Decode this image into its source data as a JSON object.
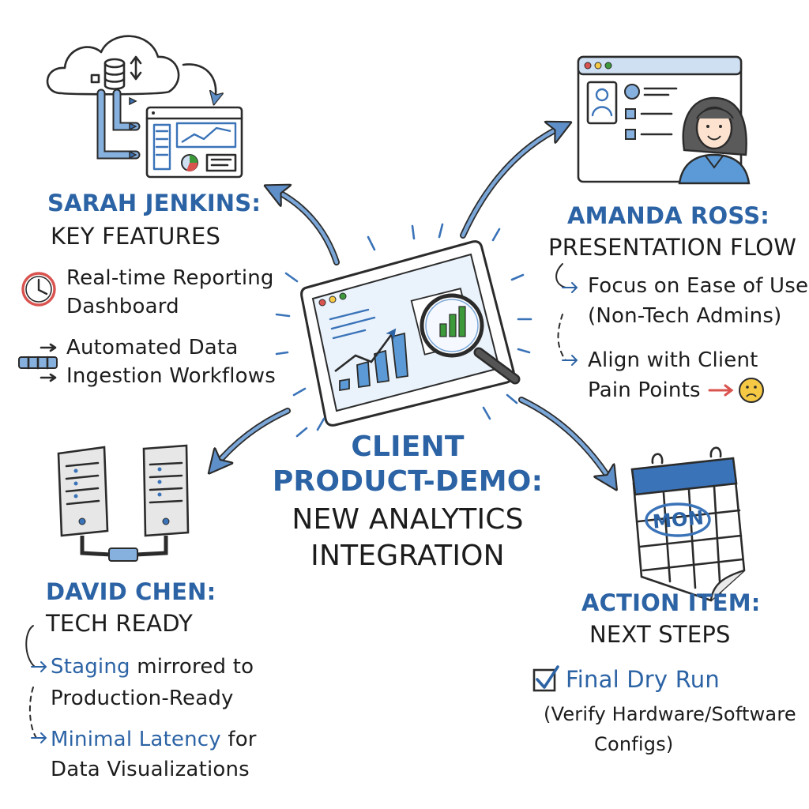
{
  "center": {
    "line1": "CLIENT",
    "line2": "PRODUCT-DEMO:",
    "line3": "NEW ANALYTICS",
    "line4": "INTEGRATION"
  },
  "sarah": {
    "name": "SARAH JENKINS:",
    "topic": "KEY FEATURES",
    "item1_l1": "Real-time Reporting",
    "item1_l2": "Dashboard",
    "item2_l1": "Automated Data",
    "item2_l2": "Ingestion Workflows"
  },
  "amanda": {
    "name": "AMANDA ROSS:",
    "topic": "PRESENTATION FLOW",
    "item1_l1": "Focus on Ease of Use",
    "item1_l2": "(Non-Tech Admins)",
    "item2_l1": "Align with Client",
    "item2_l2": "Pain Points"
  },
  "david": {
    "name": "DAVID CHEN:",
    "topic": "TECH READY",
    "item1_hl": "Staging",
    "item1_rest": "mirrored to",
    "item1_l2": "Production-Ready",
    "item2_hl": "Minimal Latency",
    "item2_rest": "for",
    "item2_l2": "Data Visualizations"
  },
  "action": {
    "name": "ACTION ITEM:",
    "topic": "NEXT STEPS",
    "item1": "Final Dry Run",
    "item1_l2": "(Verify Hardware/Software",
    "item1_l3": "Configs)"
  },
  "calendar": {
    "day": "MON"
  },
  "colors": {
    "accent_blue": "#2c63a5",
    "arrow_blue": "#6f9bd0",
    "light_blue_fill": "#cfe0f3",
    "green": "#3d9a3a",
    "red": "#d9534f",
    "emoji_yellow": "#f6c945"
  },
  "icons": [
    "cloud-database-icon",
    "dashboard-window-icon",
    "profile-window-icon",
    "presenter-woman-icon",
    "laptop-analytics-icon",
    "magnifier-icon",
    "server-icon",
    "calendar-icon",
    "clock-icon",
    "pipeline-icon",
    "sad-face-icon",
    "checkbox-icon",
    "red-arrow-icon"
  ]
}
